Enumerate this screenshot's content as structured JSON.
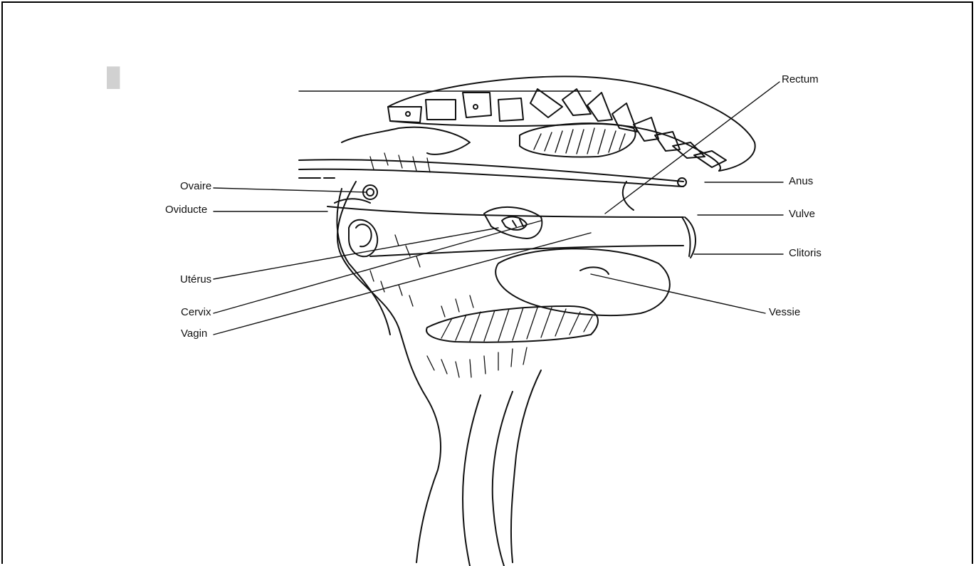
{
  "labels": {
    "rectum": "Rectum",
    "anus": "Anus",
    "vulve": "Vulve",
    "clitoris": "Clitoris",
    "vessie": "Vessie",
    "ovaire": "Ovaire",
    "oviducte": "Oviducte",
    "uterus": "Utérus",
    "cervix": "Cervix",
    "vagin": "Vagin"
  },
  "colors": {
    "ink": "#111111",
    "bleed_text": "#c9c9c9",
    "frame": "#000000"
  }
}
